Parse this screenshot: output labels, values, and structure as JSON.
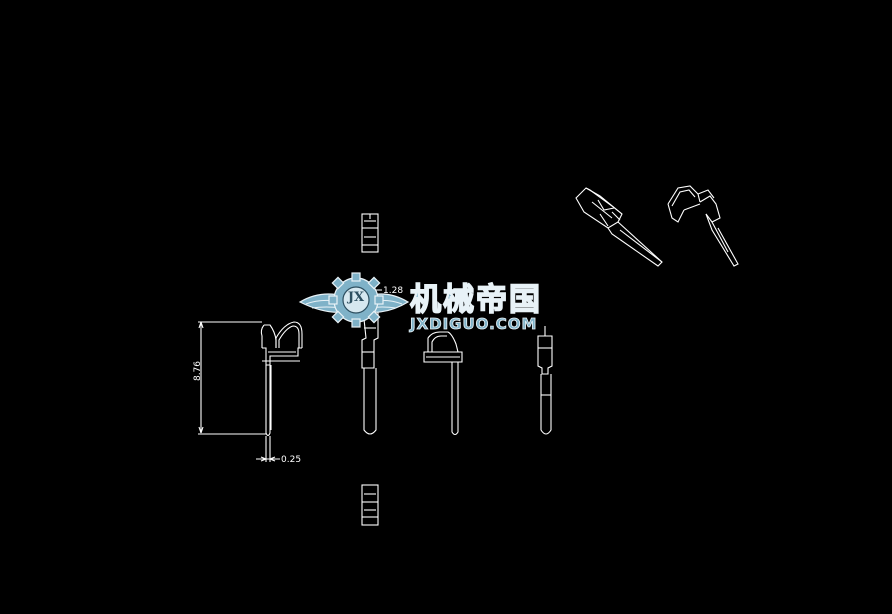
{
  "drawing": {
    "background": "#000000",
    "line_color": "#ffffff",
    "dimensions": {
      "height": "8.76",
      "thickness": "0.25",
      "width": "1.28"
    }
  },
  "watermark": {
    "mark_letters": "JX",
    "name_cn": "机械帝国",
    "name_en": "JXDIGUO.COM",
    "color": "#7fb2c8",
    "outline_color": "#e8f2f7"
  }
}
